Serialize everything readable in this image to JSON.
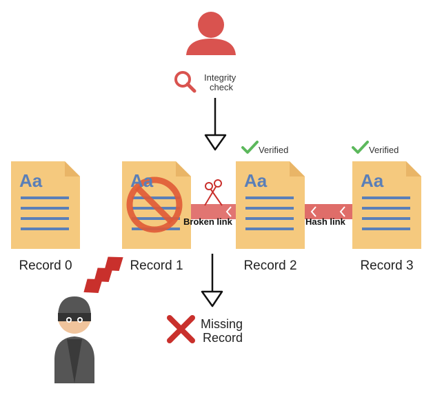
{
  "integrity": {
    "label_line1": "Integrity",
    "label_line2": "check"
  },
  "records": [
    {
      "label": "Record 0",
      "doc_text": "Aa"
    },
    {
      "label": "Record 1",
      "doc_text": "Aa"
    },
    {
      "label": "Record 2",
      "doc_text": "Aa"
    },
    {
      "label": "Record 3",
      "doc_text": "Aa"
    }
  ],
  "links": {
    "broken": "Broken link",
    "hash": "Hash link"
  },
  "verified": [
    "Verified",
    "Verified"
  ],
  "missing": {
    "line1": "Missing",
    "line2": "Record"
  },
  "colors": {
    "doc": "#f5c97e",
    "doc_fold": "#e9b567",
    "doc_lines": "#5a7fb8",
    "link": "#d9534f",
    "user": "#d9534f",
    "verified": "#5cb85c",
    "prohibit": "#e05a36",
    "missing_x": "#c9302c"
  }
}
